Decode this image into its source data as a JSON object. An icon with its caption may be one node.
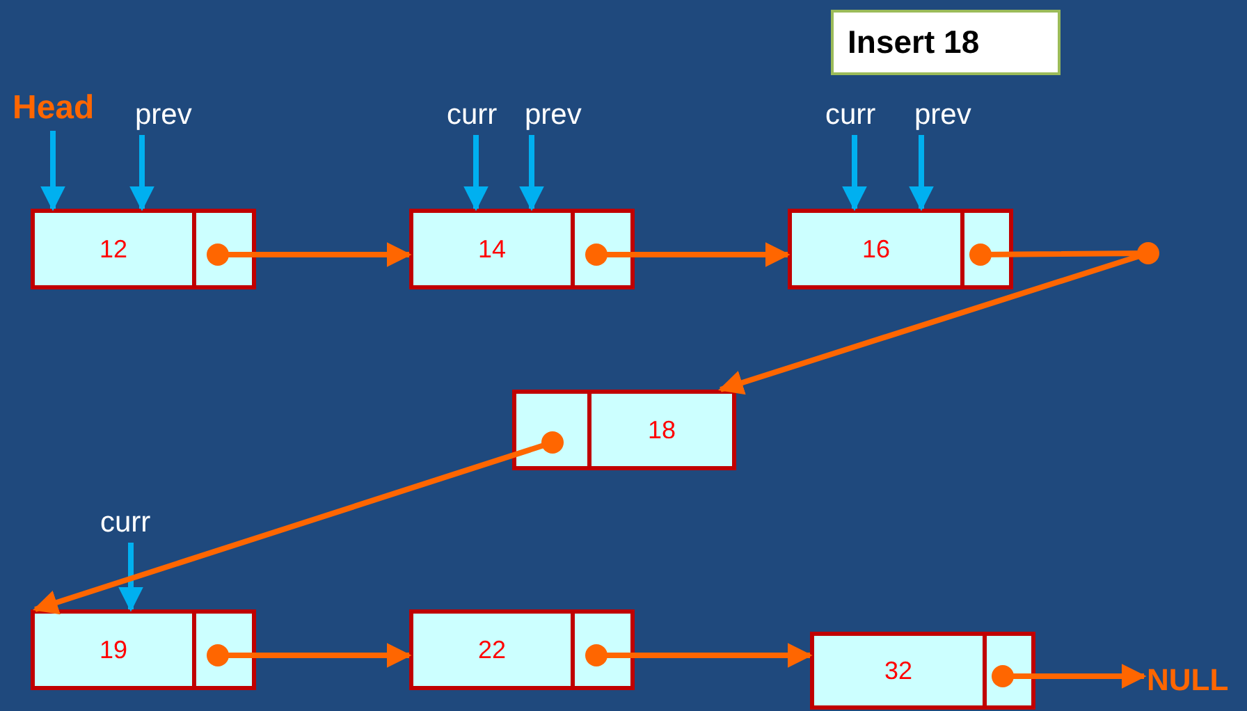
{
  "diagram": {
    "nodes": [
      {
        "text": [
          "Insert 18"
        ]
      },
      {
        "text": [
          "Head"
        ]
      },
      {
        "text": [
          "prev"
        ]
      },
      {
        "text": [
          "curr"
        ]
      },
      {
        "text": [
          "prev"
        ]
      },
      {
        "text": [
          "curr"
        ]
      },
      {
        "text": [
          "prev"
        ]
      },
      {
        "text": [
          "12"
        ]
      },
      {
        "text": [
          "14"
        ]
      },
      {
        "text": [
          "16"
        ]
      },
      {
        "text": [
          "18"
        ]
      },
      {
        "text": [
          "curr"
        ]
      },
      {
        "text": [
          "19"
        ]
      },
      {
        "text": [
          "22"
        ]
      },
      {
        "text": [
          "32"
        ]
      },
      {
        "text": [
          "NULL"
        ]
      }
    ],
    "edges": [
      {
        "from": 1,
        "to": 7,
        "arrow": "to",
        "color": "#00b0f0"
      },
      {
        "from": 2,
        "to": 7,
        "arrow": "to",
        "color": "#00b0f0"
      },
      {
        "from": 3,
        "to": 8,
        "arrow": "to",
        "color": "#00b0f0"
      },
      {
        "from": 4,
        "to": 8,
        "arrow": "to",
        "color": "#00b0f0"
      },
      {
        "from": 5,
        "to": 9,
        "arrow": "to",
        "color": "#00b0f0"
      },
      {
        "from": 6,
        "to": 9,
        "arrow": "to",
        "color": "#00b0f0"
      },
      {
        "from": 11,
        "to": 12,
        "arrow": "to",
        "color": "#00b0f0"
      },
      {
        "from": 7,
        "to": 8,
        "arrow": "to",
        "color": "#ff6600"
      },
      {
        "from": 8,
        "to": 9,
        "arrow": "to",
        "color": "#ff6600"
      },
      {
        "from": 9,
        "to": 10,
        "arrow": "to",
        "color": "#ff6600"
      },
      {
        "from": 10,
        "to": 12,
        "arrow": "to",
        "color": "#ff6600"
      },
      {
        "from": 12,
        "to": 13,
        "arrow": "to",
        "color": "#ff6600"
      },
      {
        "from": 13,
        "to": 14,
        "arrow": "to",
        "color": "#ff6600"
      },
      {
        "from": 14,
        "to": 15,
        "arrow": "to",
        "color": "#ff6600"
      }
    ]
  }
}
